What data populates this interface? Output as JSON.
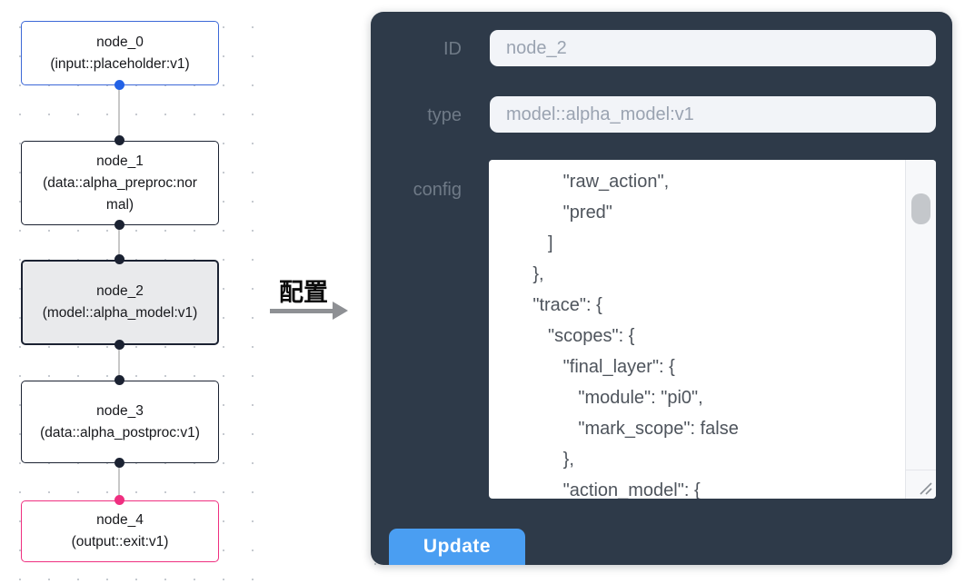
{
  "colors": {
    "panel-bg": "#2e3a49",
    "field-bg": "#f2f4f8",
    "field-text": "#9aa3b1",
    "label-text": "#6f7a87",
    "config-text": "#4e545c",
    "button-blue": "#4a9ef2",
    "node-border": "#1b2232",
    "node-selected-bg": "#e9eaec",
    "input-accent": "#3c68d7",
    "input-handle": "#2261e6",
    "output-accent": "#ef2f80",
    "edge-gray": "#c8c8c8",
    "dot-gray": "#c6cad0",
    "arrow-gray": "#8e9094"
  },
  "canvas": {
    "nodes": [
      {
        "name": "node_0",
        "type": "(input::placeholder:v1)",
        "state": "input"
      },
      {
        "name": "node_1",
        "type": "(data::alpha_preproc:normal)",
        "state": "default"
      },
      {
        "name": "node_2",
        "type": "(model::alpha_model:v1)",
        "state": "selected"
      },
      {
        "name": "node_3",
        "type": "(data::alpha_postproc:v1)",
        "state": "default"
      },
      {
        "name": "node_4",
        "type": "(output::exit:v1)",
        "state": "output"
      }
    ]
  },
  "annotation": {
    "label": "配置"
  },
  "panel": {
    "id_label": "ID",
    "id_value": "node_2",
    "type_label": "type",
    "type_value": "model::alpha_model:v1",
    "config_label": "config",
    "config_text": "            \"raw_action\",\n            \"pred\"\n         ]\n      },\n      \"trace\": {\n         \"scopes\": {\n            \"final_layer\": {\n               \"module\": \"pi0\",\n               \"mark_scope\": false\n            },\n            \"action_model\": {",
    "update_label": "Update"
  }
}
